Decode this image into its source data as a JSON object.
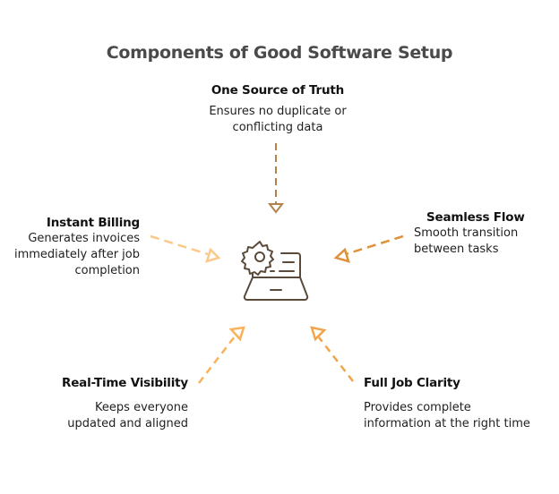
{
  "title": "Components of Good Software Setup",
  "center_icon": "laptop-gear-icon",
  "colors": {
    "title": "#4a4a4a",
    "icon_stroke": "#5a4a3a",
    "arrow_top": "#b5814a",
    "arrow_left": "#fbc98a",
    "arrow_right": "#e0913a",
    "arrow_bottom_left": "#f7b25a",
    "arrow_bottom_right": "#f2a44a"
  },
  "nodes": {
    "top": {
      "heading": "One Source of Truth",
      "desc": "Ensures no duplicate or conflicting data"
    },
    "left": {
      "heading": "Instant Billing",
      "desc": "Generates invoices immediately after job completion"
    },
    "right": {
      "heading": "Seamless Flow",
      "desc": "Smooth transition between tasks"
    },
    "bottom_left": {
      "heading": "Real-Time Visibility",
      "desc": "Keeps everyone updated and aligned"
    },
    "bottom_right": {
      "heading": "Full Job Clarity",
      "desc": "Provides complete information at the right time"
    }
  }
}
